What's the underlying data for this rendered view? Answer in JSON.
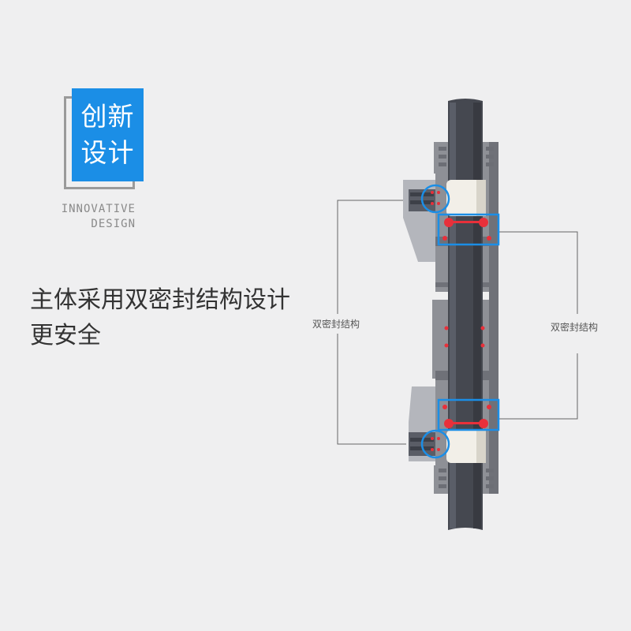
{
  "badge": {
    "line1": "创新",
    "line2": "设计",
    "english_line1": "INNOVATIVE",
    "english_line2": "DESIGN",
    "color": "#1b8ee6"
  },
  "headline": {
    "line1": "主体采用双密封结构设计",
    "line2": "更安全"
  },
  "callouts": {
    "left_label": "双密封结构",
    "right_label": "双密封结构"
  },
  "colors": {
    "background": "#efeff0",
    "pipe": "#4a4d56",
    "fitting": "#8e9096",
    "seal_red": "#e8303a",
    "highlight_blue": "#1b8ee6",
    "text": "#333333"
  }
}
